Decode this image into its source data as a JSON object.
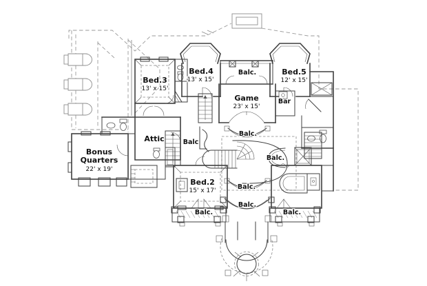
{
  "colors": {
    "line": "#3f3f3f",
    "roof": "#9a9a9a",
    "text": "#111111",
    "bg": "#ffffff"
  },
  "rooms": [
    {
      "id": "bed3",
      "name": "Bed.3",
      "dims": "13' x 15'"
    },
    {
      "id": "bed4",
      "name": "Bed.4",
      "dims": "13' x 15'"
    },
    {
      "id": "bed5",
      "name": "Bed.5",
      "dims": "12' x 15'"
    },
    {
      "id": "game",
      "name": "Game",
      "dims": "23' x 15'"
    },
    {
      "id": "bed2",
      "name": "Bed.2",
      "dims": "15' x 17'"
    },
    {
      "id": "bonus-quarters",
      "name_line1": "Bonus",
      "name_line2": "Quarters",
      "dims": "22' x 19'"
    },
    {
      "id": "attic",
      "name": "Attic"
    },
    {
      "id": "bar",
      "name": "Bar"
    }
  ],
  "balconies": [
    {
      "id": "upper-terrace",
      "label": "Balc."
    },
    {
      "id": "stair-left",
      "label": "Balc"
    },
    {
      "id": "stair-top",
      "label": "Balc."
    },
    {
      "id": "stair-right",
      "label": "Balc."
    },
    {
      "id": "stair-bottom",
      "label": "Balc."
    },
    {
      "id": "bed2-balcony",
      "label": "Balc."
    },
    {
      "id": "center-bow-balcony",
      "label": "Balc."
    },
    {
      "id": "bath-balcony",
      "label": "Balc."
    }
  ]
}
